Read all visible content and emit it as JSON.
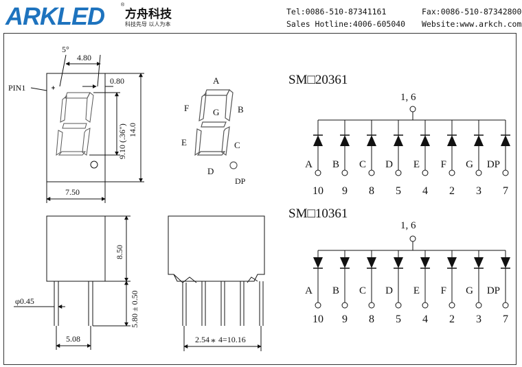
{
  "header": {
    "brand": "ARKLED",
    "brand_cn": "方舟科技",
    "slogan": "科技先导 以人为本",
    "registered": "®",
    "tel": "Tel:0086-510-87341161",
    "fax": "Fax:0086-510-87342800",
    "hotline": "Sales Hotline:4006-605040",
    "website": "Website:www.arkch.com"
  },
  "front_view": {
    "angle": "5°",
    "top_width": "4.80",
    "seg_width": "0.80",
    "pin1": "PIN1",
    "digit_height": "9.10 (.36\")",
    "height": "14.0",
    "width": "7.50"
  },
  "segments": {
    "labels": [
      "A",
      "B",
      "C",
      "D",
      "E",
      "F",
      "G",
      "DP"
    ]
  },
  "side_view": {
    "body_height": "8.50",
    "pin_length": "5.80 ± 0.50",
    "pin_diameter": "φ0.45",
    "row_spacing": "5.08",
    "pin_pitch": "2.54",
    "pin_pitch_mult": "*",
    "pin_pitch_total": "4=10.16"
  },
  "circuits": [
    {
      "title": "SM□20361",
      "common_pin": "1, 6",
      "type": "common-anode",
      "segments": [
        "A",
        "B",
        "C",
        "D",
        "E",
        "F",
        "G",
        "DP"
      ],
      "pins": [
        "10",
        "9",
        "8",
        "5",
        "4",
        "2",
        "3",
        "7"
      ]
    },
    {
      "title": "SM□10361",
      "common_pin": "1, 6",
      "type": "common-cathode",
      "segments": [
        "A",
        "B",
        "C",
        "D",
        "E",
        "F",
        "G",
        "DP"
      ],
      "pins": [
        "10",
        "9",
        "8",
        "5",
        "4",
        "2",
        "3",
        "7"
      ]
    }
  ],
  "colors": {
    "brand": "#1e73be",
    "line": "#111111",
    "segment": "#555555"
  }
}
